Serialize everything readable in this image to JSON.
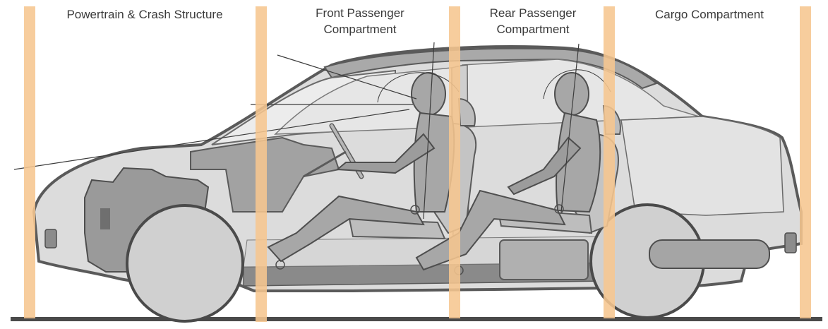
{
  "zones": [
    {
      "label": "Powertrain & Crash Structure"
    },
    {
      "label": "Front Passenger Compartment"
    },
    {
      "label": "Rear Passenger Compartment"
    },
    {
      "label": "Cargo Compartment"
    }
  ],
  "colors": {
    "zone_line": "#f6c690",
    "body_outline": "#5a5a5a",
    "body_fill": "#dcdcdc",
    "interior_fill": "#e8e8e8",
    "occupant_fill": "#a7a7a7",
    "wheel_fill": "#d0d0d0",
    "ground": "#4a4a4a"
  },
  "icons": [
    "car-cutaway-diagram",
    "front-occupant-figure",
    "rear-occupant-figure",
    "steering-wheel-icon",
    "front-wheel-icon",
    "rear-wheel-icon",
    "engine-block-icon",
    "fuel-tank-icon"
  ]
}
